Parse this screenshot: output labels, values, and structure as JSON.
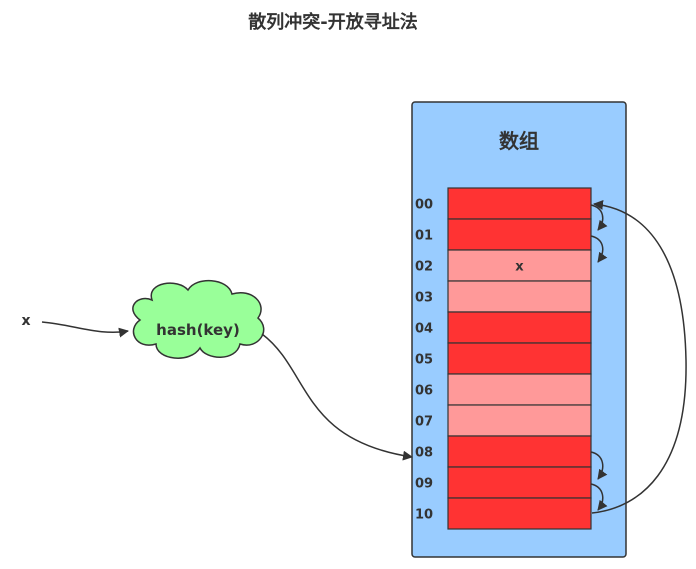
{
  "title": "散列冲突-开放寻址法",
  "input_label": "x",
  "hash_label": "hash(key)",
  "array": {
    "title": "数组",
    "cells": [
      {
        "index": "00",
        "value": "",
        "occupied": true
      },
      {
        "index": "01",
        "value": "",
        "occupied": true
      },
      {
        "index": "02",
        "value": "x",
        "occupied": false
      },
      {
        "index": "03",
        "value": "",
        "occupied": false
      },
      {
        "index": "04",
        "value": "",
        "occupied": true
      },
      {
        "index": "05",
        "value": "",
        "occupied": true
      },
      {
        "index": "06",
        "value": "",
        "occupied": false
      },
      {
        "index": "07",
        "value": "",
        "occupied": false
      },
      {
        "index": "08",
        "value": "",
        "occupied": true
      },
      {
        "index": "09",
        "value": "",
        "occupied": true
      },
      {
        "index": "10",
        "value": "",
        "occupied": true
      }
    ]
  },
  "colors": {
    "occupied": "#ff3333",
    "free": "#ff9999",
    "array_bg": "#99ccff",
    "hash_bg": "#99ff99",
    "line": "#333333"
  }
}
